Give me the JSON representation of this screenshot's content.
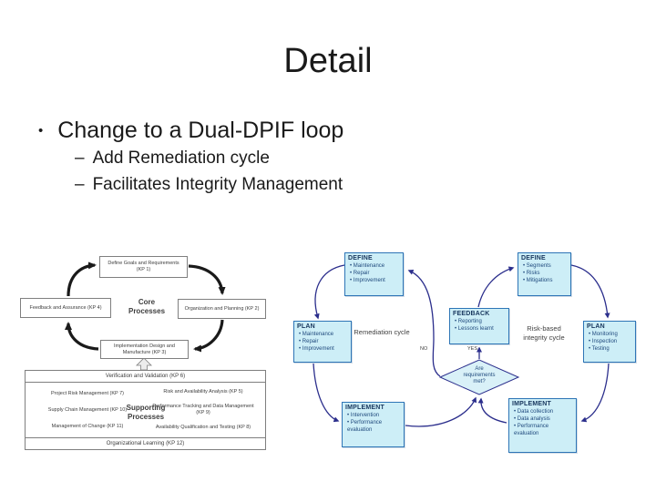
{
  "slide": {
    "title": "Detail",
    "bullet_marker": "•",
    "bullet": "Change to a Dual-DPIF loop",
    "sub_marker": "–",
    "sub_bullet_1": "Add Remediation cycle",
    "sub_bullet_2": "Facilitates Integrity Management"
  },
  "left_diagram": {
    "core_label": "Core Processes",
    "define_box": "Define Goals and Requirements (KP 1)",
    "organization_box": "Organization and Planning (KP 2)",
    "implementation_box": "Implementation Design and Manufacture (KP 3)",
    "feedback_box": "Feedback and Assurance (KP 4)",
    "supporting": {
      "top_band": "Verification and Validation (KP 6)",
      "bottom_band": "Organizational Learning (KP 12)",
      "center_label": "Supporting Processes",
      "left_items": [
        "Project Risk Management (KP 7)",
        "Supply Chain Management (KP 10)",
        "Management of Change (KP 11)"
      ],
      "right_items": [
        "Risk and Availability Analysis (KP 5)",
        "Performance Tracking and Data Management (KP 9)",
        "Availability Qualification and Testing (KP 8)"
      ]
    }
  },
  "right_diagram": {
    "remediation_label": "Remediation cycle",
    "integrity_label": "Risk-based integrity cycle",
    "decision": "Are requirements met?",
    "no_label": "NO",
    "yes_label": "YES",
    "boxes": {
      "rem_define": {
        "title": "DEFINE",
        "items": [
          "Maintenance",
          "Repair",
          "Improvement"
        ]
      },
      "rem_plan": {
        "title": "PLAN",
        "items": [
          "Maintenance",
          "Repair",
          "Improvement"
        ]
      },
      "rem_implement": {
        "title": "IMPLEMENT",
        "items": [
          "Intervention",
          "Performance evaluation"
        ]
      },
      "feedback": {
        "title": "FEEDBACK",
        "items": [
          "Reporting",
          "Lessons learnt"
        ]
      },
      "int_define": {
        "title": "DEFINE",
        "items": [
          "Segments",
          "Risks",
          "Mitigations"
        ]
      },
      "int_plan": {
        "title": "PLAN",
        "items": [
          "Monitoring",
          "Inspection",
          "Testing"
        ]
      },
      "int_implement": {
        "title": "IMPLEMENT",
        "items": [
          "Data collection",
          "Data analysis",
          "Performance evaluation"
        ]
      }
    }
  },
  "colors": {
    "box_fill": "#cdeef7",
    "box_border": "#2e75b6",
    "header_text": "#17365d",
    "item_text": "#1f497d",
    "arrow_navy": "#2b2e8c",
    "mono_line": "#1a1a1a"
  }
}
